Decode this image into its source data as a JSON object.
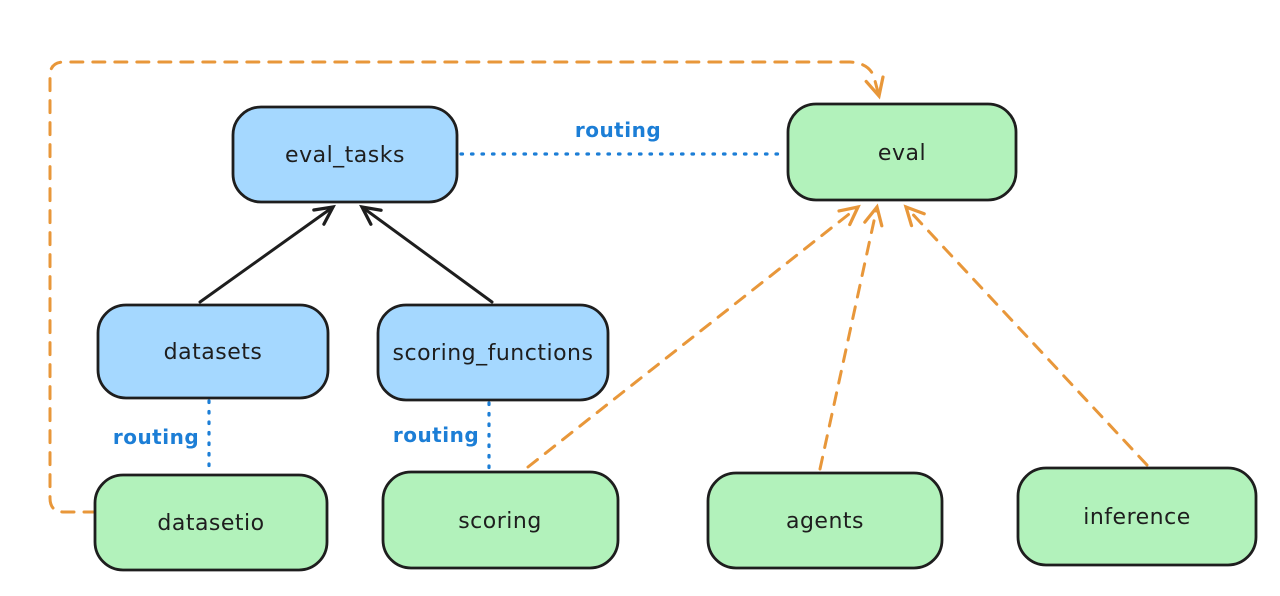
{
  "diagram": {
    "colors": {
      "background": "#ffffff",
      "blue_node_fill": "#a5d8ff",
      "green_node_fill": "#b2f2bb",
      "node_border": "#1e1e1e",
      "solid_arrow": "#1e1e1e",
      "routing_blue": "#1c7ed6",
      "provider_orange": "#e8973a"
    },
    "nodes": {
      "eval_tasks": {
        "label": "eval_tasks",
        "fill": "#a5d8ff"
      },
      "eval": {
        "label": "eval",
        "fill": "#b2f2bb"
      },
      "datasets": {
        "label": "datasets",
        "fill": "#a5d8ff"
      },
      "scoring_functions": {
        "label": "scoring_functions",
        "fill": "#a5d8ff"
      },
      "datasetio": {
        "label": "datasetio",
        "fill": "#b2f2bb"
      },
      "scoring": {
        "label": "scoring",
        "fill": "#b2f2bb"
      },
      "agents": {
        "label": "agents",
        "fill": "#b2f2bb"
      },
      "inference": {
        "label": "inference",
        "fill": "#b2f2bb"
      }
    },
    "edge_labels": {
      "eval_tasks_to_eval": "routing",
      "datasets_to_datasetio": "routing",
      "scoring_functions_to_scoring": "routing"
    }
  }
}
